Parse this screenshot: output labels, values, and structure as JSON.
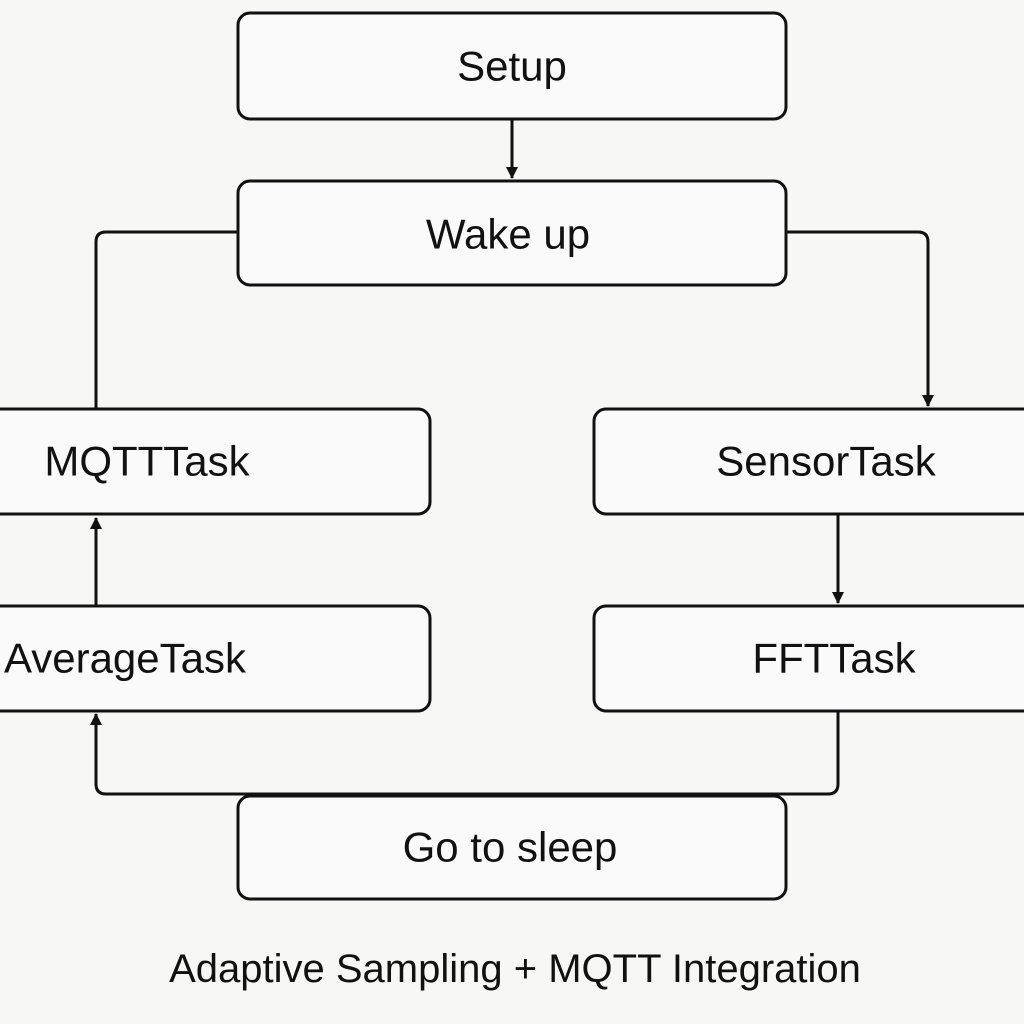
{
  "nodes": {
    "setup": "Setup",
    "wake_up": "Wake up",
    "mqtt_task": "MQTTTask",
    "sensor_task": "SensorTask",
    "average_task": "AverageTask",
    "fft_task": "FFTTask",
    "go_to_sleep": "Go to sleep"
  },
  "caption": "Adaptive Sampling + MQTT Integration",
  "colors": {
    "stroke": "#111111",
    "box_fill": "#fafafa",
    "background": "#f7f7f6"
  }
}
